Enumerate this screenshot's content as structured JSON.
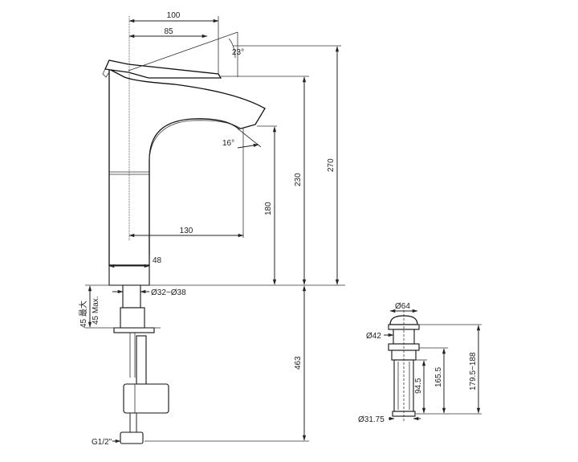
{
  "faucet": {
    "dim_spout_reach_total": "100",
    "dim_handle_reach": "85",
    "dim_handle_angle": "23°",
    "dim_outlet_angle": "16°",
    "dim_outlet_reach": "130",
    "dim_base_width": "48",
    "dim_hole_diameter": "Ø32~Ø38",
    "dim_deck_max_cn": "45 最大",
    "dim_deck_max_en": "45 Max.",
    "dim_outlet_height": "180",
    "dim_handle_height": "230",
    "dim_total_height": "270",
    "dim_hose_length": "463",
    "dim_connection_thread": "G1/2\""
  },
  "drain": {
    "dim_cap_diameter": "Ø64",
    "dim_flange_diameter": "Ø42",
    "dim_tail_diameter": "Ø31.75",
    "dim_tail_length": "94.5",
    "dim_body_length": "165.5",
    "dim_total_range": "179.5~188"
  }
}
